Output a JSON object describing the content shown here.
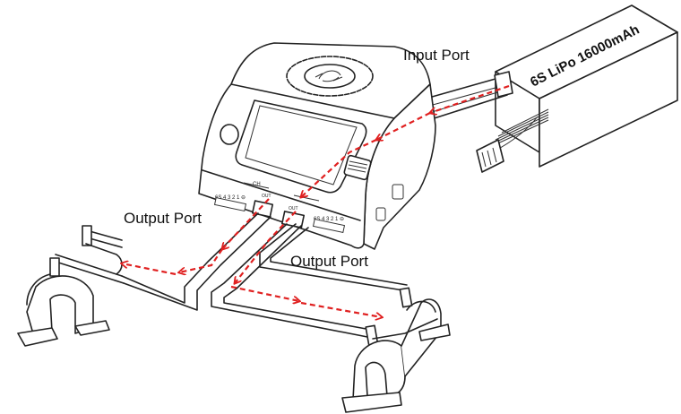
{
  "labels": {
    "input_port": "Input Port",
    "output_port_left": "Output Port",
    "output_port_right": "Output Port",
    "battery": "6S LiPo 16000mAh",
    "ch1": "CH",
    "ch1_pins": "6S 4 3 2 1 ⊖",
    "ch2_pins": "6S 4 3 2 1 ⊖",
    "out1": "OUT",
    "out2": "OUT"
  },
  "colors": {
    "flow_arrow": "#e02020",
    "line": "#222222"
  },
  "icons": {
    "charger_logo": "swirl-logo-icon",
    "power_button": "power-button-icon"
  }
}
